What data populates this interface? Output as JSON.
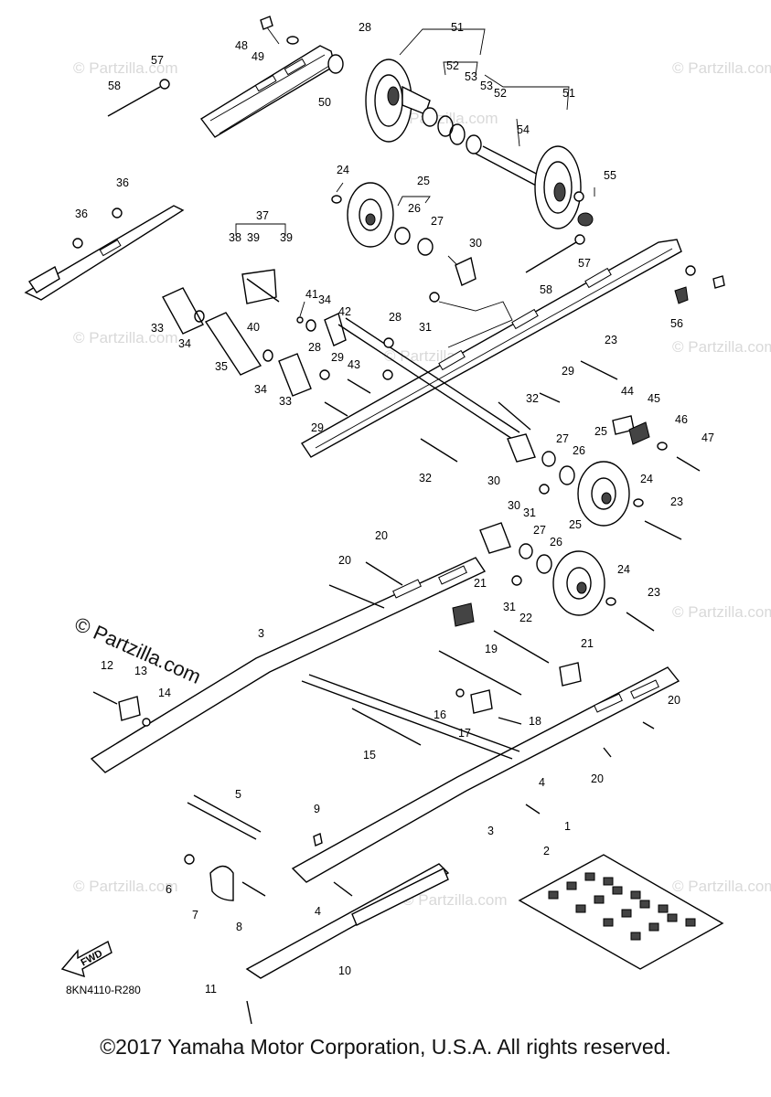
{
  "diagram": {
    "watermark_text": "© Partzilla.com",
    "brand_text": "© Partzilla.com",
    "diagram_code": "8KN4110-R280",
    "fwd_label": "FWD",
    "copyright": "©2017 Yamaha Motor Corporation, U.S.A. All rights reserved.",
    "callouts": [
      "51",
      "52",
      "53",
      "53",
      "52",
      "51",
      "54",
      "55",
      "56",
      "57",
      "58",
      "48",
      "49",
      "50",
      "57",
      "58",
      "28",
      "24",
      "25",
      "26",
      "27",
      "30",
      "31",
      "36",
      "36",
      "37",
      "38",
      "39",
      "39",
      "40",
      "41",
      "34",
      "42",
      "33",
      "34",
      "35",
      "34",
      "33",
      "28",
      "29",
      "43",
      "28",
      "29",
      "32",
      "32",
      "23",
      "29",
      "44",
      "45",
      "46",
      "47",
      "25",
      "27",
      "26",
      "24",
      "23",
      "30",
      "31",
      "30",
      "27",
      "25",
      "26",
      "24",
      "23",
      "31",
      "20",
      "20",
      "21",
      "22",
      "21",
      "19",
      "3",
      "12",
      "13",
      "14",
      "15",
      "16",
      "17",
      "18",
      "20",
      "20",
      "4",
      "3",
      "5",
      "9",
      "6",
      "7",
      "8",
      "4",
      "10",
      "11",
      "1",
      "2"
    ]
  }
}
